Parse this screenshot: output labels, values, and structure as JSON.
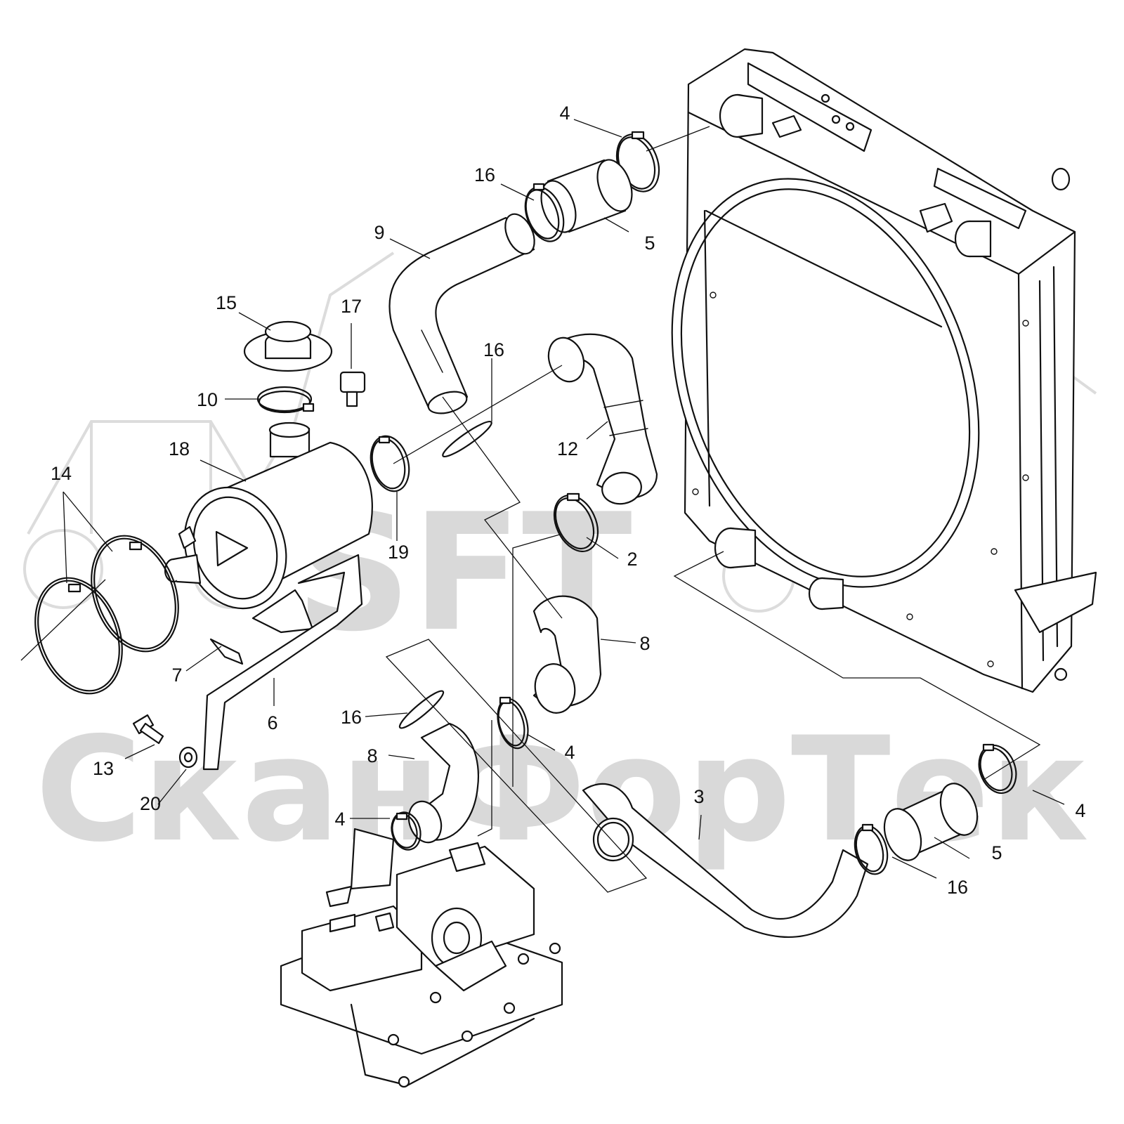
{
  "watermark": {
    "logo": "SFT",
    "brand": "СканФорТек"
  },
  "callouts": [
    {
      "key": "c4a",
      "text": "4"
    },
    {
      "key": "c16a",
      "text": "16"
    },
    {
      "key": "c9",
      "text": "9"
    },
    {
      "key": "c5a",
      "text": "5"
    },
    {
      "key": "c15",
      "text": "15"
    },
    {
      "key": "c17",
      "text": "17"
    },
    {
      "key": "c16b",
      "text": "16"
    },
    {
      "key": "c10",
      "text": "10"
    },
    {
      "key": "c18",
      "text": "18"
    },
    {
      "key": "c12",
      "text": "12"
    },
    {
      "key": "c14",
      "text": "14"
    },
    {
      "key": "c19",
      "text": "19"
    },
    {
      "key": "c2",
      "text": "2"
    },
    {
      "key": "c8a",
      "text": "8"
    },
    {
      "key": "c7",
      "text": "7"
    },
    {
      "key": "c6",
      "text": "6"
    },
    {
      "key": "c16c",
      "text": "16"
    },
    {
      "key": "c4b",
      "text": "4"
    },
    {
      "key": "c8b",
      "text": "8"
    },
    {
      "key": "c13",
      "text": "13"
    },
    {
      "key": "c20",
      "text": "20"
    },
    {
      "key": "c3",
      "text": "3"
    },
    {
      "key": "c4c",
      "text": "4"
    },
    {
      "key": "c4d",
      "text": "4"
    },
    {
      "key": "c5b",
      "text": "5"
    },
    {
      "key": "c16d",
      "text": "16"
    }
  ]
}
